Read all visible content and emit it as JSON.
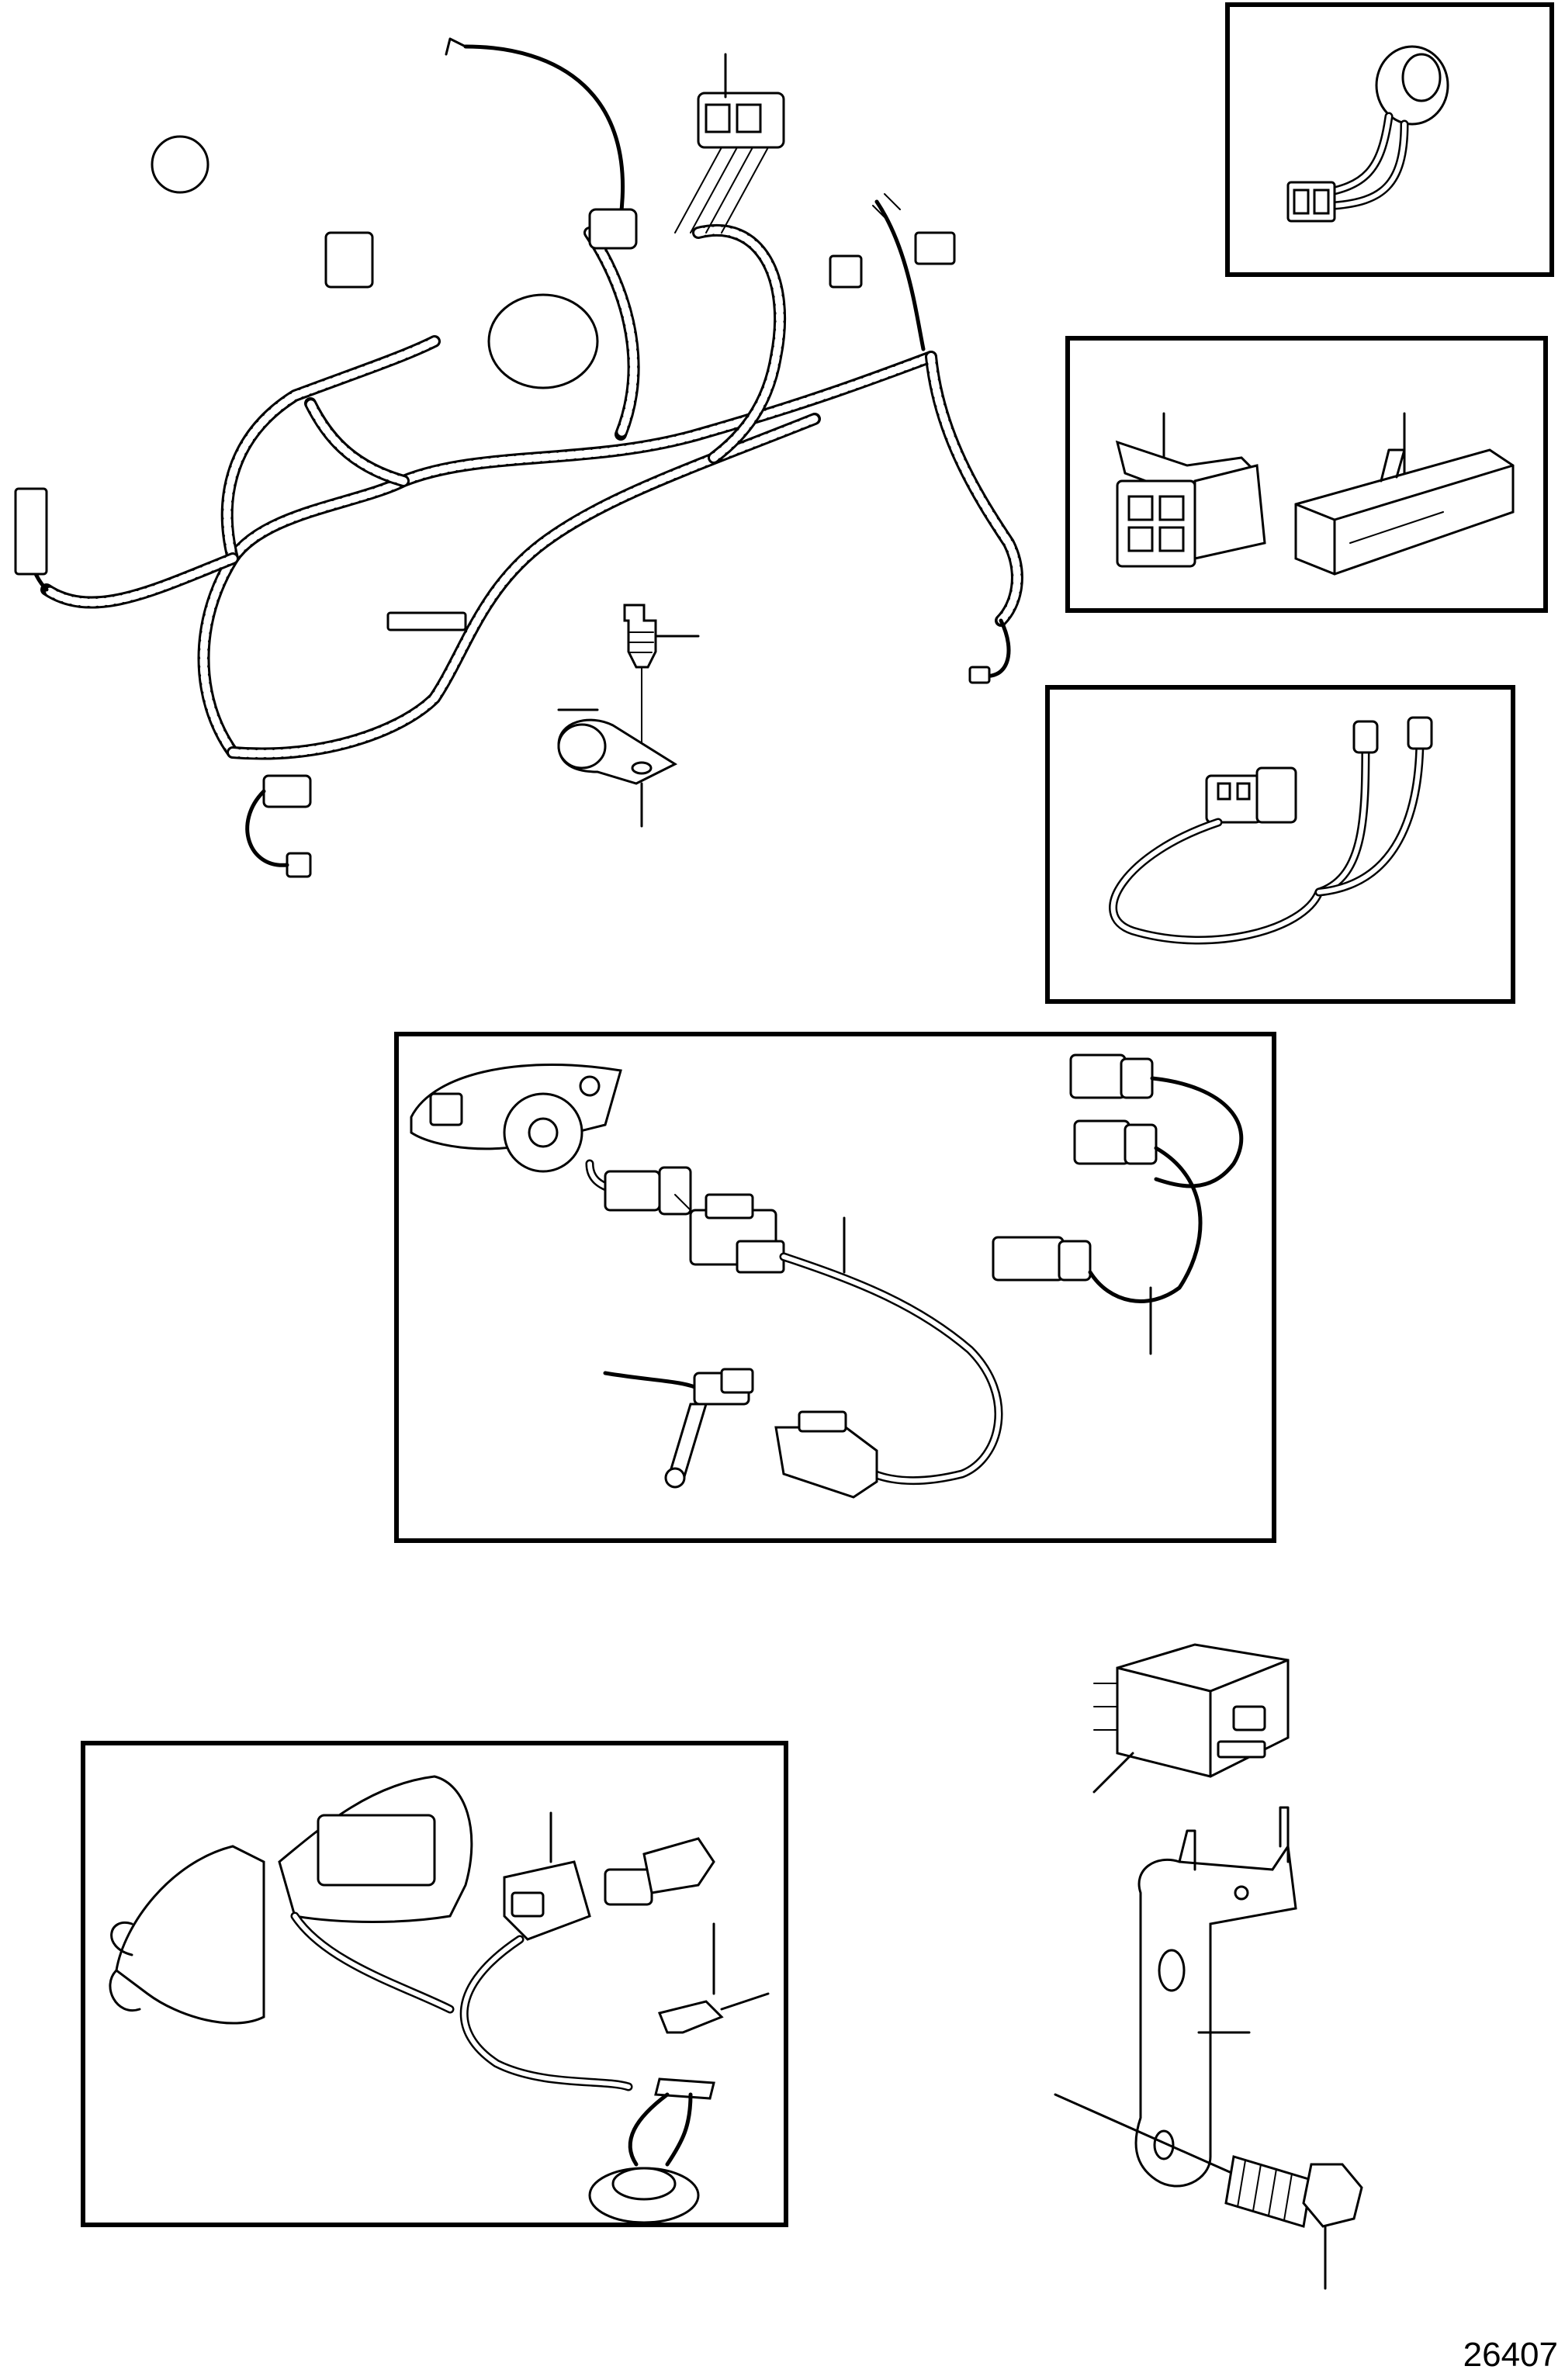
{
  "figure": {
    "reference_number": "26407"
  },
  "parts": [
    {
      "id": "main-harness",
      "icon": "wiring-harness-icon"
    },
    {
      "id": "harness-clip",
      "icon": "clamp-icon"
    },
    {
      "id": "buzzer",
      "icon": "buzzer-icon"
    },
    {
      "id": "connector-pair",
      "icon": "connector-icon"
    },
    {
      "id": "adapter-cable",
      "icon": "cable-icon"
    },
    {
      "id": "instrument-extension-cable",
      "icon": "cable-icon"
    },
    {
      "id": "trim-sender-cable",
      "icon": "sender-icon"
    },
    {
      "id": "relay-bracket",
      "icon": "relay-icon"
    }
  ]
}
